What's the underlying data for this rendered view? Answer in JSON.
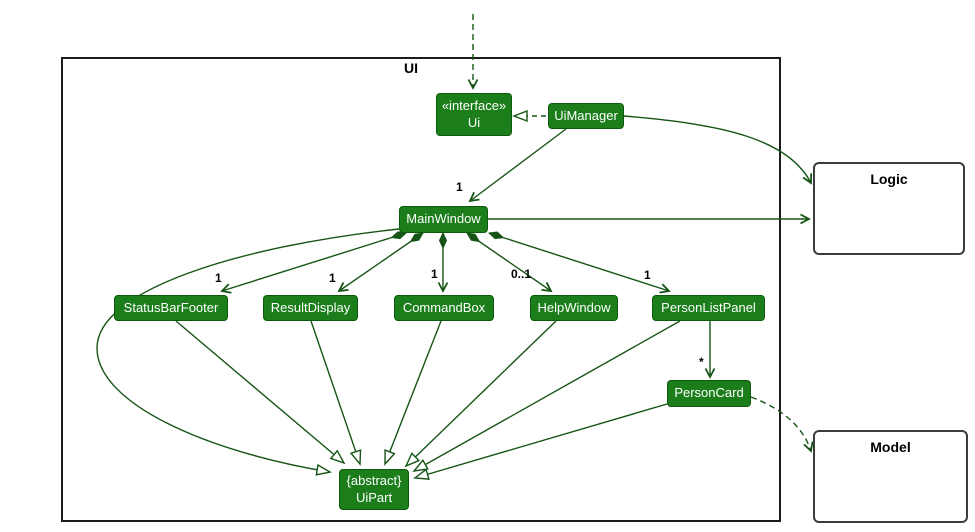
{
  "frame": {
    "label": "UI"
  },
  "external": {
    "logic": "Logic",
    "model": "Model"
  },
  "classes": {
    "ui_interface": {
      "stereotype": "«interface»",
      "name": "Ui"
    },
    "ui_manager": "UiManager",
    "main_window": "MainWindow",
    "status_bar_footer": "StatusBarFooter",
    "result_display": "ResultDisplay",
    "command_box": "CommandBox",
    "help_window": "HelpWindow",
    "person_list_panel": "PersonListPanel",
    "person_card": "PersonCard",
    "ui_part": {
      "modifier": "{abstract}",
      "name": "UiPart"
    }
  },
  "multiplicities": {
    "ui_manager_main_window": "1",
    "status_bar_footer": "1",
    "result_display": "1",
    "command_box": "1",
    "help_window": "0..1",
    "person_list_panel": "1",
    "person_card": "*"
  },
  "colors": {
    "class_fill": "#1b7e1b",
    "class_border": "#0d5a0d",
    "edge": "#175517",
    "class_text": "#ffffff",
    "frame_border": "#1c1c1c"
  }
}
